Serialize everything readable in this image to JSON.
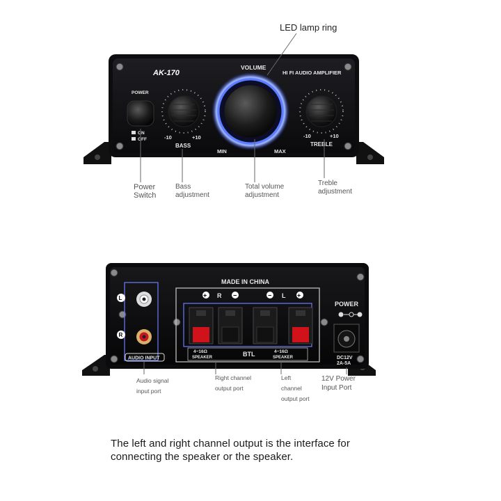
{
  "front": {
    "led_label": "LED lamp ring",
    "model": "AK-170",
    "volume_label": "VOLUME",
    "brand_label": "HI FI AUDIO AMPLIFIER",
    "power_label": "POWER",
    "on_label": "ON",
    "off_label": "OFF",
    "bass_min": "-10",
    "bass_max": "+10",
    "bass_label": "BASS",
    "vol_min": "MIN",
    "vol_max": "MAX",
    "treble_min": "-10",
    "treble_max": "+10",
    "treble_label": "TREBLE",
    "callouts": {
      "power_line1": "Power",
      "power_line2": "Switch",
      "bass_line1": "Bass",
      "bass_line2": "adjustment",
      "volume_line1": "Total volume",
      "volume_line2": "adjustment",
      "treble_line1": "Treble",
      "treble_line2": "adjustment"
    }
  },
  "back": {
    "made_in": "MADE IN CHINA",
    "r_label": "R",
    "l_label": "L",
    "input_l": "L",
    "input_r": "R",
    "audio_input": "AUDIO INPUT",
    "spec_left": "4~16Ω",
    "spec_left_sub": "SPEAKER",
    "spec_right": "4~16Ω",
    "spec_right_sub": "SPEAKER",
    "btl": "BTL",
    "power_label": "POWER",
    "dc_line1": "DC12V",
    "dc_line2": "2A-5A",
    "callouts": {
      "input_line1": "Audio signal",
      "input_line2": "input port",
      "right_line1": "Right channel",
      "right_line2": "output port",
      "left_line1": "Left",
      "left_line2": "channel",
      "left_line3": "output port",
      "power_line1": "12V Power",
      "power_line2": "Input Port"
    }
  },
  "caption": {
    "line1": "The left and right channel output is the interface for",
    "line2": "connecting the speaker or the speaker."
  }
}
